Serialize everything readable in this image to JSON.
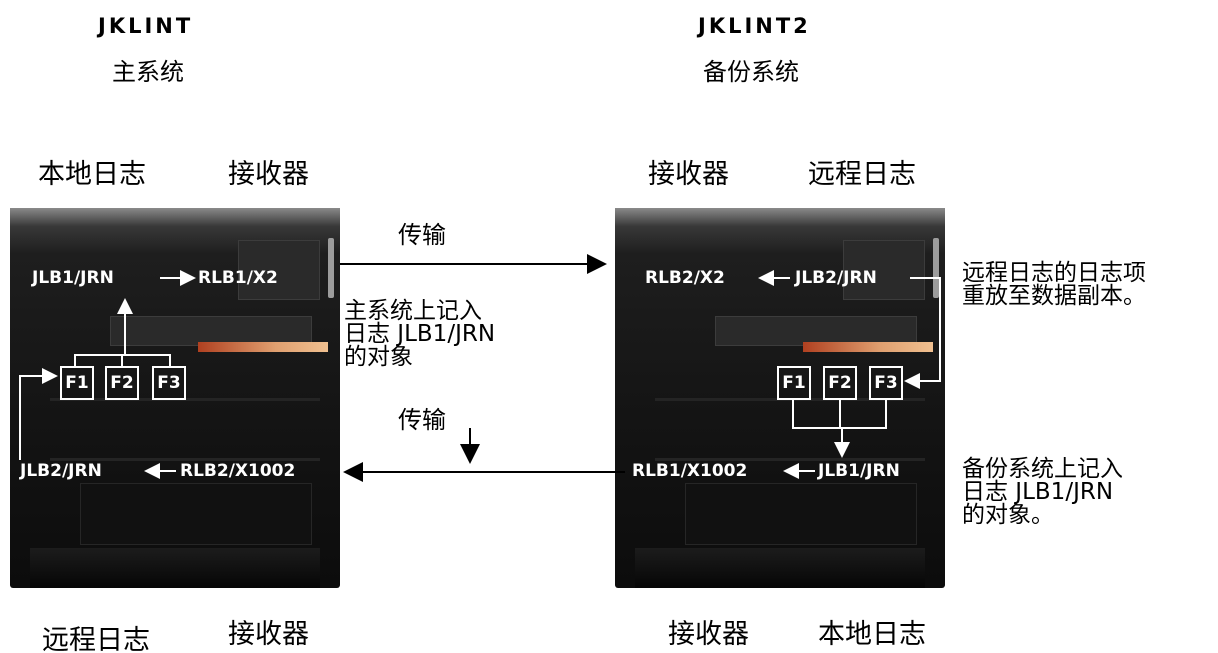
{
  "primary": {
    "name": "JKLINT",
    "role": "主系统",
    "label_local_journal": "本地日志",
    "label_receiver_top": "接收器",
    "label_remote_journal": "远程日志",
    "label_receiver_bottom": "接收器",
    "journal_top": "JLB1/JRN",
    "receiver_top": "RLB1/X2",
    "journal_bottom": "JLB2/JRN",
    "receiver_bottom": "RLB2/X1002",
    "files": [
      "F1",
      "F2",
      "F3"
    ]
  },
  "backup": {
    "name": "JKLINT2",
    "role": "备份系统",
    "label_receiver_top": "接收器",
    "label_remote_journal": "远程日志",
    "label_receiver_bottom": "接收器",
    "label_local_journal": "本地日志",
    "receiver_top": "RLB2/X2",
    "journal_top": "JLB2/JRN",
    "receiver_bottom": "RLB1/X1002",
    "journal_bottom": "JLB1/JRN",
    "files": [
      "F1",
      "F2",
      "F3"
    ]
  },
  "transfer": {
    "top_label": "传输",
    "bottom_label": "传输"
  },
  "notes": {
    "primary_objects": [
      "主系统上记入",
      "日志 JLB1/JRN",
      "的对象"
    ],
    "remote_replay": [
      "远程日志的日志项",
      "重放至数据副本。"
    ],
    "backup_objects": [
      "备份系统上记入",
      "日志 JLB1/JRN",
      "的对象。"
    ]
  }
}
